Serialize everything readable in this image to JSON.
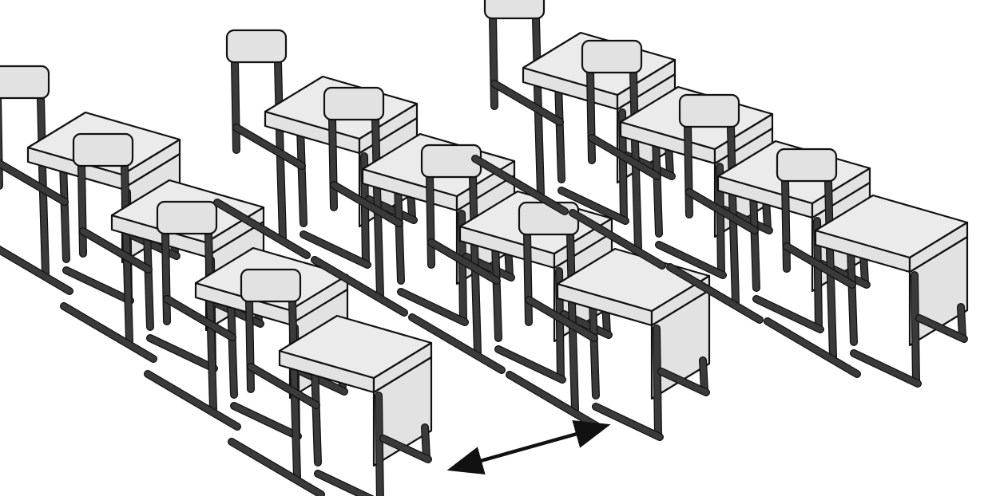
{
  "illustration": {
    "subject": "classroom-desks",
    "rows": [
      {
        "name": "left-row",
        "desk_count": 4
      },
      {
        "name": "middle-row",
        "desk_count": 4
      },
      {
        "name": "right-row",
        "desk_count": 4
      }
    ],
    "annotation": {
      "name": "aisle-distance-arrow",
      "type": "double-headed-arrow"
    },
    "colors": {
      "surface": "#e2e2e2",
      "surface_top": "#ebebeb",
      "frame": "#3a3a3a",
      "outline": "#111111",
      "background": "#ffffff"
    }
  }
}
